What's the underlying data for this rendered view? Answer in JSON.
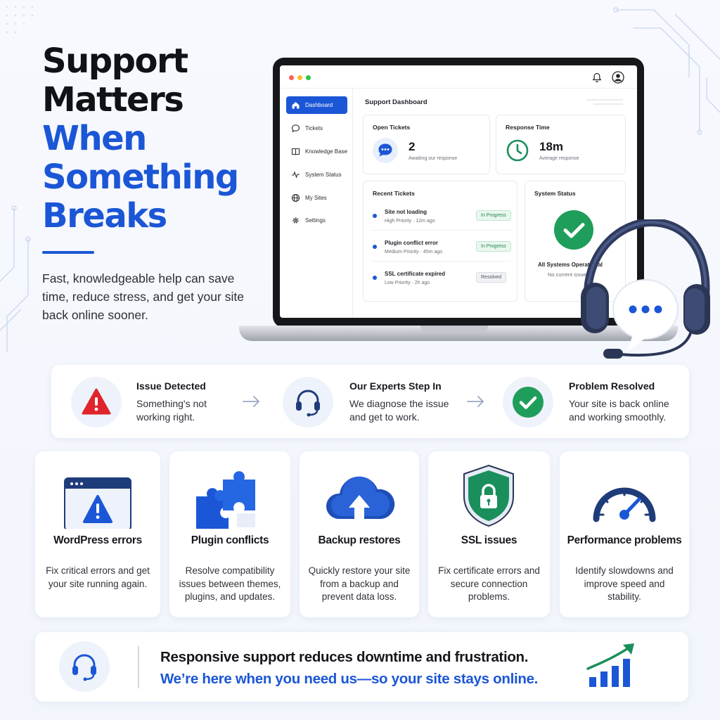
{
  "colors": {
    "accent": "#1b56d6",
    "success": "#1e9e5a",
    "danger": "#e0242b",
    "dark": "#111216"
  },
  "hero": {
    "title_line1": "Support",
    "title_line2": "Matters",
    "title_line3": "When",
    "title_line4": "Something",
    "title_line5": "Breaks",
    "description": "Fast, knowledgeable help can save time, reduce stress, and get your site back online sooner."
  },
  "dashboard": {
    "sidebar": {
      "items": [
        {
          "label": "Dashboard",
          "icon": "home-icon",
          "active": true
        },
        {
          "label": "Tickets",
          "icon": "chat-icon"
        },
        {
          "label": "Knowledge Base",
          "icon": "book-icon"
        },
        {
          "label": "System Status",
          "icon": "pulse-icon"
        },
        {
          "label": "My Sites",
          "icon": "globe-icon"
        },
        {
          "label": "Settings",
          "icon": "gear-icon"
        }
      ]
    },
    "title": "Support Dashboard",
    "open_tickets": {
      "label": "Open Tickets",
      "value": "2",
      "sub": "Awaiting our response"
    },
    "response_time": {
      "label": "Response Time",
      "value": "18m",
      "sub": "Average response"
    },
    "recent_tickets": {
      "label": "Recent Tickets",
      "rows": [
        {
          "title": "Site not loading",
          "meta": "High Priority · 12m ago",
          "status": "In Progress"
        },
        {
          "title": "Plugin conflict error",
          "meta": "Medium Priority · 45m ago",
          "status": "In Progress"
        },
        {
          "title": "SSL certificate expired",
          "meta": "Low Priority · 2h ago",
          "status": "Resolved"
        }
      ]
    },
    "system_status": {
      "label": "System Status",
      "status": "All Systems Operational",
      "sub": "No current issues"
    }
  },
  "process": {
    "steps": [
      {
        "title": "Issue Detected",
        "desc": "Something's not working right."
      },
      {
        "title": "Our Experts Step In",
        "desc": "We diagnose the issue and get to work."
      },
      {
        "title": "Problem Resolved",
        "desc": "Your site is back online and working smoothly."
      }
    ]
  },
  "issues": [
    {
      "title": "WordPress errors",
      "desc": "Fix critical errors and get your site running again.",
      "icon": "browser-warning-icon"
    },
    {
      "title": "Plugin conflicts",
      "desc": "Resolve compatibility issues between themes, plugins, and updates.",
      "icon": "puzzle-icon"
    },
    {
      "title": "Backup restores",
      "desc": "Quickly restore your site from a backup and prevent data loss.",
      "icon": "cloud-upload-icon"
    },
    {
      "title": "SSL issues",
      "desc": "Fix certificate errors and secure connection problems.",
      "icon": "shield-lock-icon"
    },
    {
      "title": "Performance problems",
      "desc": "Identify slowdowns and improve speed and stability.",
      "icon": "speedometer-icon"
    }
  ],
  "banner": {
    "line1": "Responsive support reduces downtime and frustration.",
    "line2": "We’re here when you need us—so your site stays online."
  }
}
